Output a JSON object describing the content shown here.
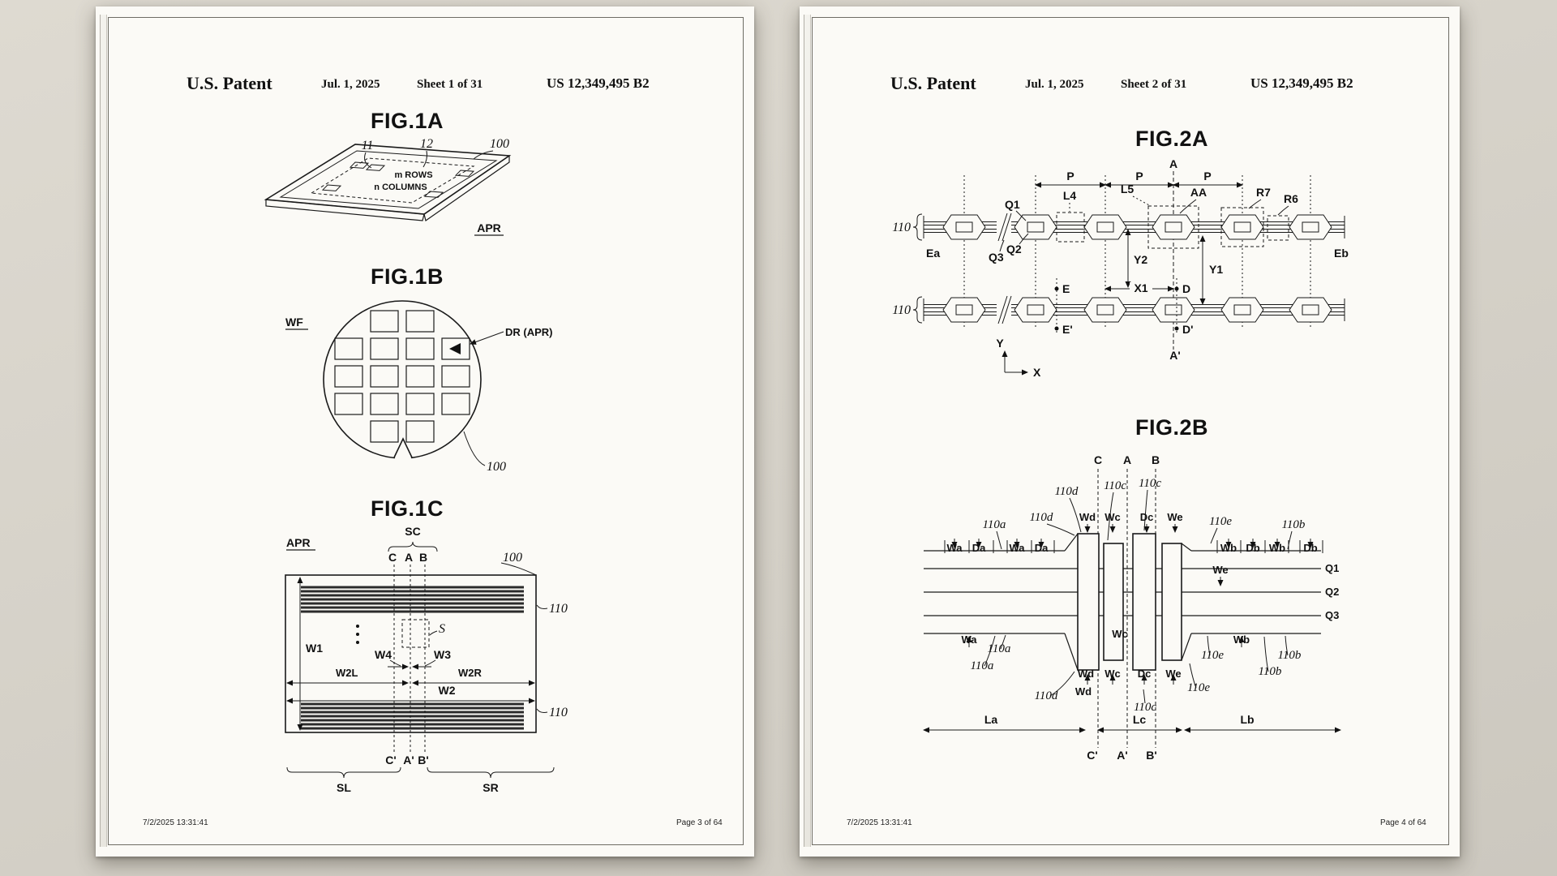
{
  "page1": {
    "header": {
      "title": "U.S. Patent",
      "date": "Jul. 1, 2025",
      "sheet": "Sheet 1 of 31",
      "number": "US 12,349,495 B2"
    },
    "footer": {
      "timestamp": "7/2/2025 13:31:41",
      "page": "Page 3 of 64"
    },
    "fig1a": {
      "title": "FIG.1A",
      "ref11": "11",
      "ref12": "12",
      "ref100": "100",
      "m_rows": "m ROWS",
      "n_columns": "n COLUMNS",
      "apr": "APR"
    },
    "fig1b": {
      "title": "FIG.1B",
      "wf": "WF",
      "dr_apr": "DR (APR)",
      "ref100": "100"
    },
    "fig1c": {
      "title": "FIG.1C",
      "apr": "APR",
      "sc": "SC",
      "c": "C",
      "a": "A",
      "b": "B",
      "ref100": "100",
      "ref110_top": "110",
      "ref110_bottom": "110",
      "w1": "W1",
      "s": "S",
      "w4": "W4",
      "w3": "W3",
      "w2l": "W2L",
      "w2r": "W2R",
      "w2": "W2",
      "c_prime": "C'",
      "a_prime": "A'",
      "b_prime": "B'",
      "sl": "SL",
      "sr": "SR"
    }
  },
  "page2": {
    "header": {
      "title": "U.S. Patent",
      "date": "Jul. 1, 2025",
      "sheet": "Sheet 2 of 31",
      "number": "US 12,349,495 B2"
    },
    "footer": {
      "timestamp": "7/2/2025 13:31:41",
      "page": "Page 4 of 64"
    },
    "fig2a": {
      "title": "FIG.2A",
      "a": "A",
      "p1": "P",
      "p2": "P",
      "p3": "P",
      "l4": "L4",
      "l5": "L5",
      "aa": "AA",
      "r7": "R7",
      "r6": "R6",
      "ref110_top": "110",
      "ref110_bottom": "110",
      "ea": "Ea",
      "eb": "Eb",
      "q1": "Q1",
      "q2": "Q2",
      "q3": "Q3",
      "y2": "Y2",
      "y1": "Y1",
      "x1": "X1",
      "e": "E",
      "d": "D",
      "e_prime": "E'",
      "d_prime": "D'",
      "a_prime": "A'",
      "axis_y": "Y",
      "axis_x": "X"
    },
    "fig2b": {
      "title": "FIG.2B",
      "c": "C",
      "a": "A",
      "b": "B",
      "c_prime": "C'",
      "a_prime": "A'",
      "b_prime": "B'",
      "la": "La",
      "lc": "Lc",
      "lb": "Lb",
      "labels": {
        "d1": "110d",
        "c1": "110c",
        "c2": "110c",
        "d2": "110d",
        "wd1": "Wd",
        "wc1": "Wc",
        "dc1": "Dc",
        "we1": "We",
        "a1": "110a",
        "e1": "110e",
        "b1": "110b",
        "wa1": "Wa",
        "da1": "Da",
        "wa2": "Wa",
        "da2": "Da",
        "wb1": "Wb",
        "db1": "Db",
        "wb2": "Wb",
        "db2": "Db",
        "we2": "We",
        "q1": "Q1",
        "q2": "Q2",
        "q3": "Q3",
        "wc2": "Wc",
        "wa3": "Wa",
        "wb3": "Wb",
        "a2": "110a",
        "e2": "110e",
        "b2": "110b",
        "a3": "110a",
        "b3": "110b",
        "wd2": "Wd",
        "wc3": "Wc",
        "dc2": "Dc",
        "we3": "We",
        "wd3": "Wd",
        "e3": "110e",
        "d3": "110d",
        "c3": "110c"
      }
    }
  }
}
